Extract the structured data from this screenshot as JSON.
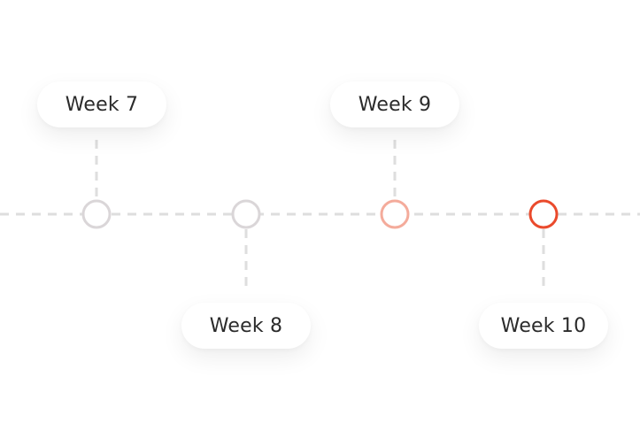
{
  "timeline": {
    "milestones": [
      {
        "label": "Week 7",
        "label_side": "above",
        "state": "inactive"
      },
      {
        "label": "Week 8",
        "label_side": "below",
        "state": "inactive"
      },
      {
        "label": "Week 9",
        "label_side": "above",
        "state": "approaching"
      },
      {
        "label": "Week 10",
        "label_side": "below",
        "state": "current"
      }
    ]
  },
  "colors": {
    "dash": "#dedede",
    "node_inactive": "#dad6d8",
    "node_approaching": "#f4ab9b",
    "node_current": "#ea4a2c",
    "text": "#2b2b2b"
  }
}
